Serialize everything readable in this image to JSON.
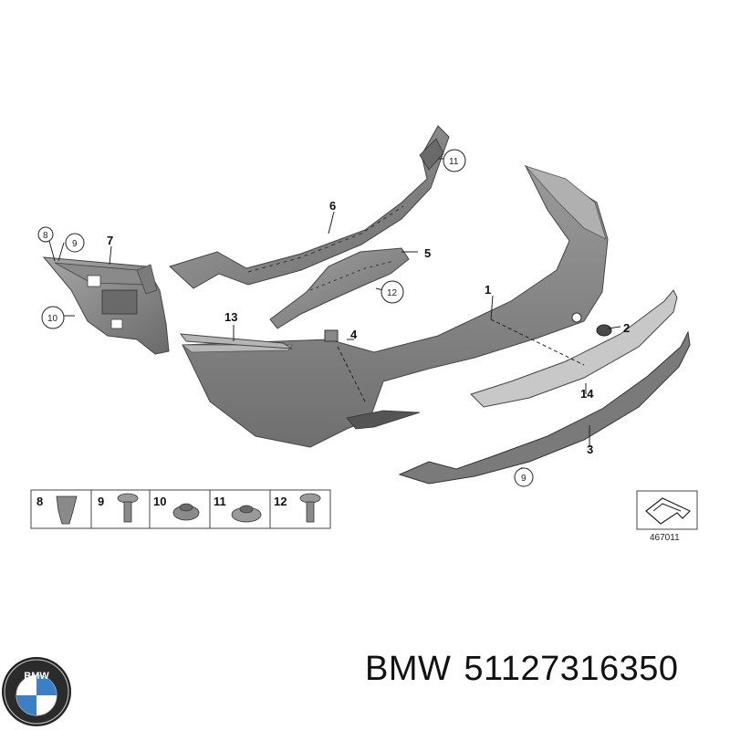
{
  "callouts": {
    "c1": "1",
    "c2": "2",
    "c3": "3",
    "c4": "4",
    "c5": "5",
    "c6": "6",
    "c7": "7",
    "c8": "8",
    "c9a": "9",
    "c9b": "9",
    "c10": "10",
    "c11": "11",
    "c12": "12",
    "c13": "13",
    "c14": "14"
  },
  "legend": {
    "items": [
      {
        "number": "8"
      },
      {
        "number": "9"
      },
      {
        "number": "10"
      },
      {
        "number": "11"
      },
      {
        "number": "12"
      }
    ]
  },
  "diagram_id": "467011",
  "logo": {
    "text": "BMW"
  },
  "caption": {
    "brand": "BMW",
    "part_number": "51127316350"
  }
}
